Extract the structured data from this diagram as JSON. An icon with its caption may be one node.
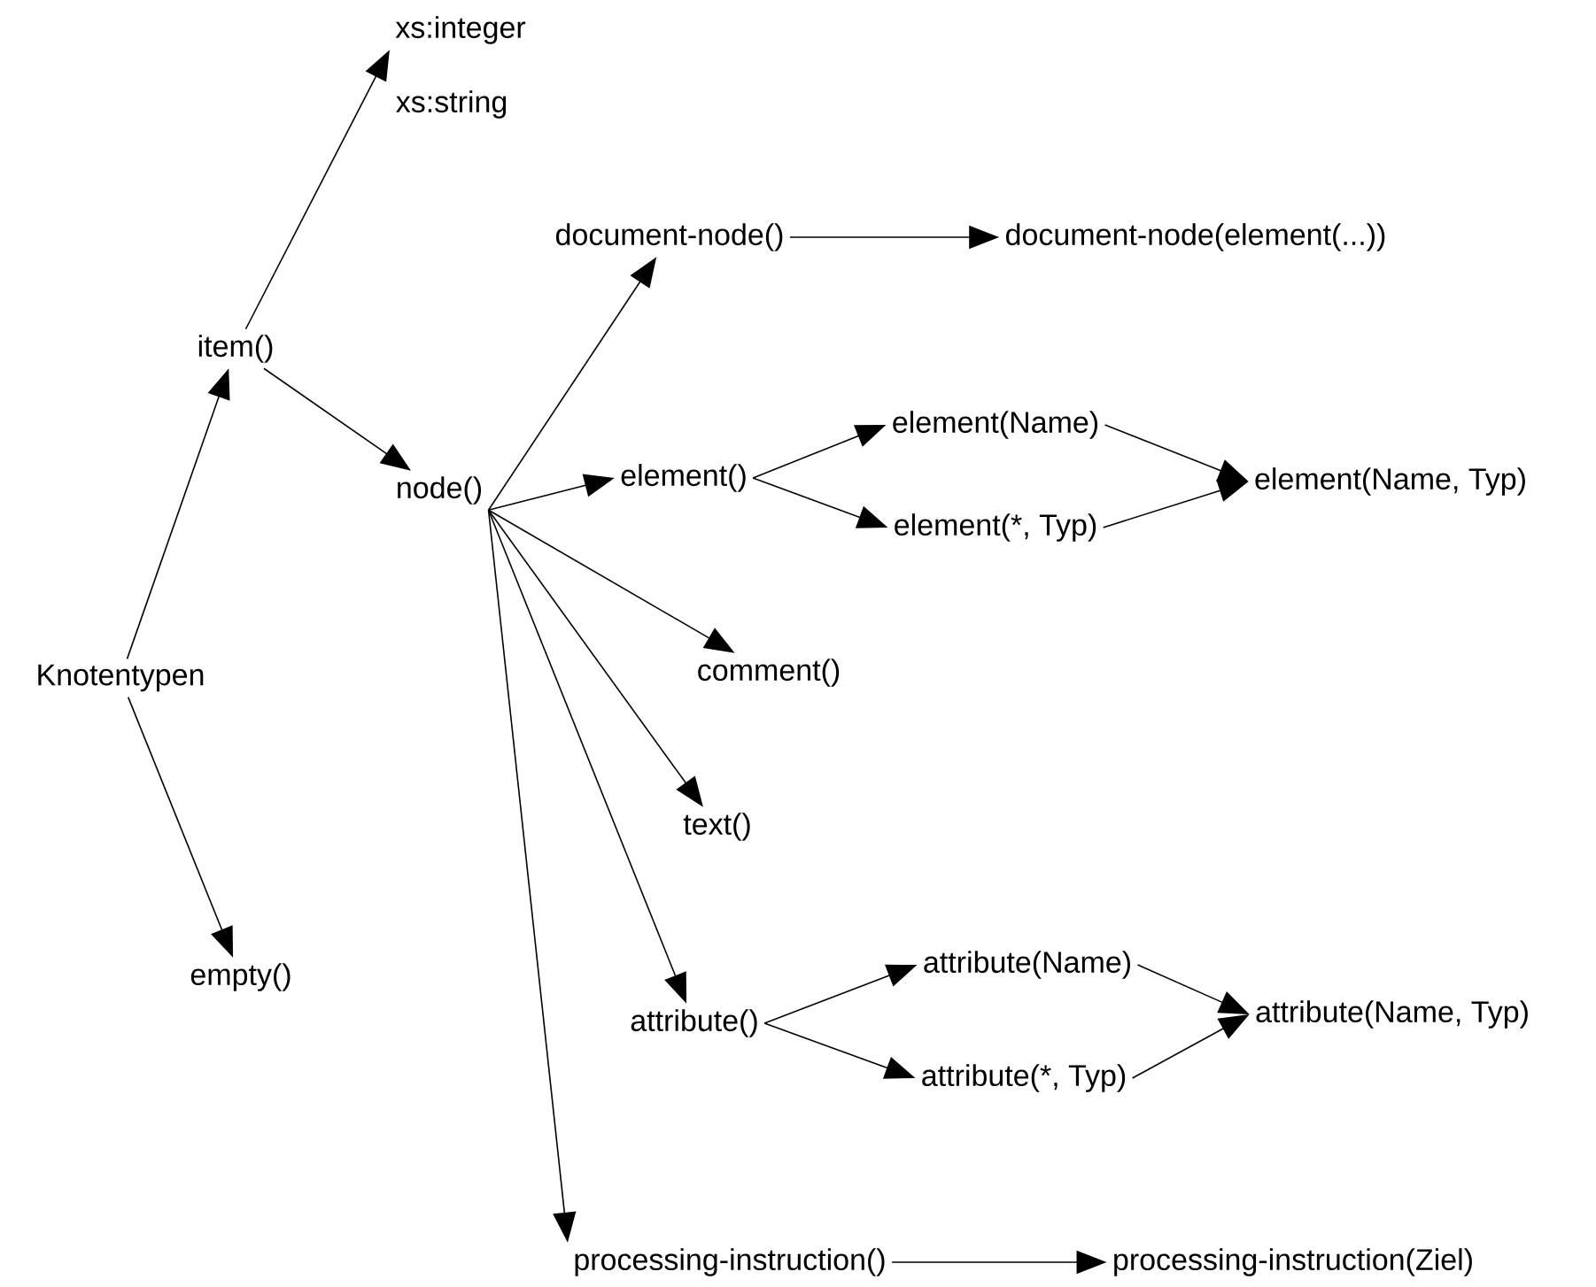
{
  "diagram": {
    "nodes": [
      {
        "text": [
          "Knotentypen"
        ]
      },
      {
        "text": [
          "item()"
        ]
      },
      {
        "text": [
          "xs:integer"
        ]
      },
      {
        "text": [
          "xs:string"
        ]
      },
      {
        "text": [
          "empty()"
        ]
      },
      {
        "text": [
          "node()"
        ]
      },
      {
        "text": [
          "document-node()"
        ]
      },
      {
        "text": [
          "document-node(element(...))"
        ]
      },
      {
        "text": [
          "element()"
        ]
      },
      {
        "text": [
          "element(Name)"
        ]
      },
      {
        "text": [
          "element(*, Typ)"
        ]
      },
      {
        "text": [
          "element(Name, Typ)"
        ]
      },
      {
        "text": [
          "comment()"
        ]
      },
      {
        "text": [
          "text()"
        ]
      },
      {
        "text": [
          "attribute()"
        ]
      },
      {
        "text": [
          "attribute(Name)"
        ]
      },
      {
        "text": [
          "attribute(*, Typ)"
        ]
      },
      {
        "text": [
          "attribute(Name, Typ)"
        ]
      },
      {
        "text": [
          "processing-instruction()"
        ]
      },
      {
        "text": [
          "processing-instruction(Ziel)"
        ]
      }
    ],
    "edges": [
      {
        "from": 0,
        "to": 1,
        "arrow": "to"
      },
      {
        "from": 0,
        "to": 4,
        "arrow": "to"
      },
      {
        "from": 1,
        "to": 2,
        "arrow": "to"
      },
      {
        "from": 1,
        "to": 5,
        "arrow": "to"
      },
      {
        "from": 5,
        "to": 6,
        "arrow": "to"
      },
      {
        "from": 6,
        "to": 7,
        "arrow": "to"
      },
      {
        "from": 5,
        "to": 8,
        "arrow": "to"
      },
      {
        "from": 8,
        "to": 9,
        "arrow": "to"
      },
      {
        "from": 8,
        "to": 10,
        "arrow": "to"
      },
      {
        "from": 9,
        "to": 11,
        "arrow": "to"
      },
      {
        "from": 10,
        "to": 11,
        "arrow": "to"
      },
      {
        "from": 5,
        "to": 12,
        "arrow": "to"
      },
      {
        "from": 5,
        "to": 13,
        "arrow": "to"
      },
      {
        "from": 5,
        "to": 14,
        "arrow": "to"
      },
      {
        "from": 14,
        "to": 15,
        "arrow": "to"
      },
      {
        "from": 14,
        "to": 16,
        "arrow": "to"
      },
      {
        "from": 15,
        "to": 17,
        "arrow": "to"
      },
      {
        "from": 16,
        "to": 17,
        "arrow": "to"
      },
      {
        "from": 5,
        "to": 18,
        "arrow": "to"
      },
      {
        "from": 18,
        "to": 19,
        "arrow": "to"
      }
    ]
  }
}
